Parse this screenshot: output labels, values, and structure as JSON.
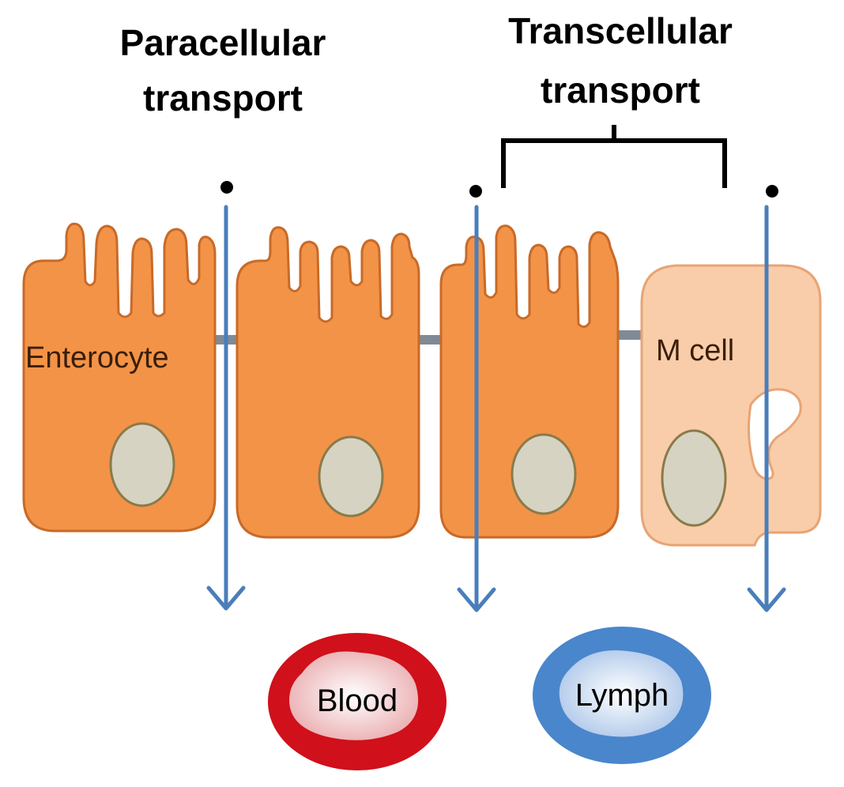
{
  "titles": {
    "paracellular_line1": "Paracellular",
    "paracellular_line2": "transport",
    "transcellular_line1": "Transcellular",
    "transcellular_line2": "transport"
  },
  "cells": {
    "enterocyte_label": "Enterocyte",
    "m_cell_label": "M cell"
  },
  "vessels": {
    "blood_label": "Blood",
    "lymph_label": "Lymph"
  },
  "colors": {
    "enterocyte_fill": "#F39348",
    "enterocyte_stroke": "#C86A28",
    "m_cell_fill": "#F9CDA9",
    "m_cell_stroke": "#E8A476",
    "nucleus_fill": "#D6D3C2",
    "nucleus_stroke": "#8A7A4A",
    "junction": "#7F8A96",
    "arrow": "#4A7EBB",
    "blood_ring": "#D0101A",
    "blood_inner": "#F4C9CB",
    "lymph_ring": "#4A86CC",
    "lymph_inner": "#E6EEF8"
  }
}
